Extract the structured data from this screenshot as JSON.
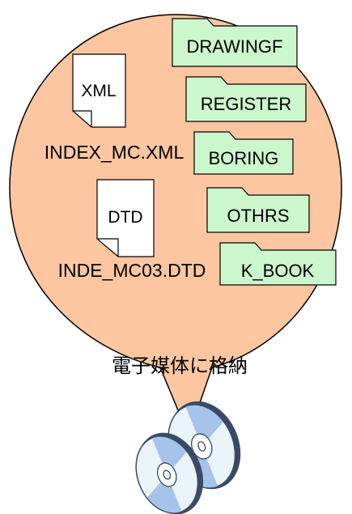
{
  "colors": {
    "bubble_fill": "#FBC6A0",
    "folder_fill": "#CCF7CC",
    "outline": "#000000",
    "disc_edge": "#3A4A66",
    "disc_face": "#EAF4FB",
    "disc_blue": "#8FB4E3"
  },
  "files": [
    {
      "type_label": "XML",
      "filename": "INDEX_MC.XML",
      "icon": "document-icon"
    },
    {
      "type_label": "DTD",
      "filename": "INDE_MC03.DTD",
      "icon": "document-icon"
    }
  ],
  "folders": [
    {
      "label": "DRAWINGF",
      "icon": "folder-icon"
    },
    {
      "label": "REGISTER",
      "icon": "folder-icon"
    },
    {
      "label": "BORING",
      "icon": "folder-icon"
    },
    {
      "label": "OTHRS",
      "icon": "folder-icon"
    },
    {
      "label": "K_BOOK",
      "icon": "folder-icon"
    }
  ],
  "caption": "電子媒体に格納",
  "media": {
    "icon": "disc-icon",
    "count": 2
  }
}
